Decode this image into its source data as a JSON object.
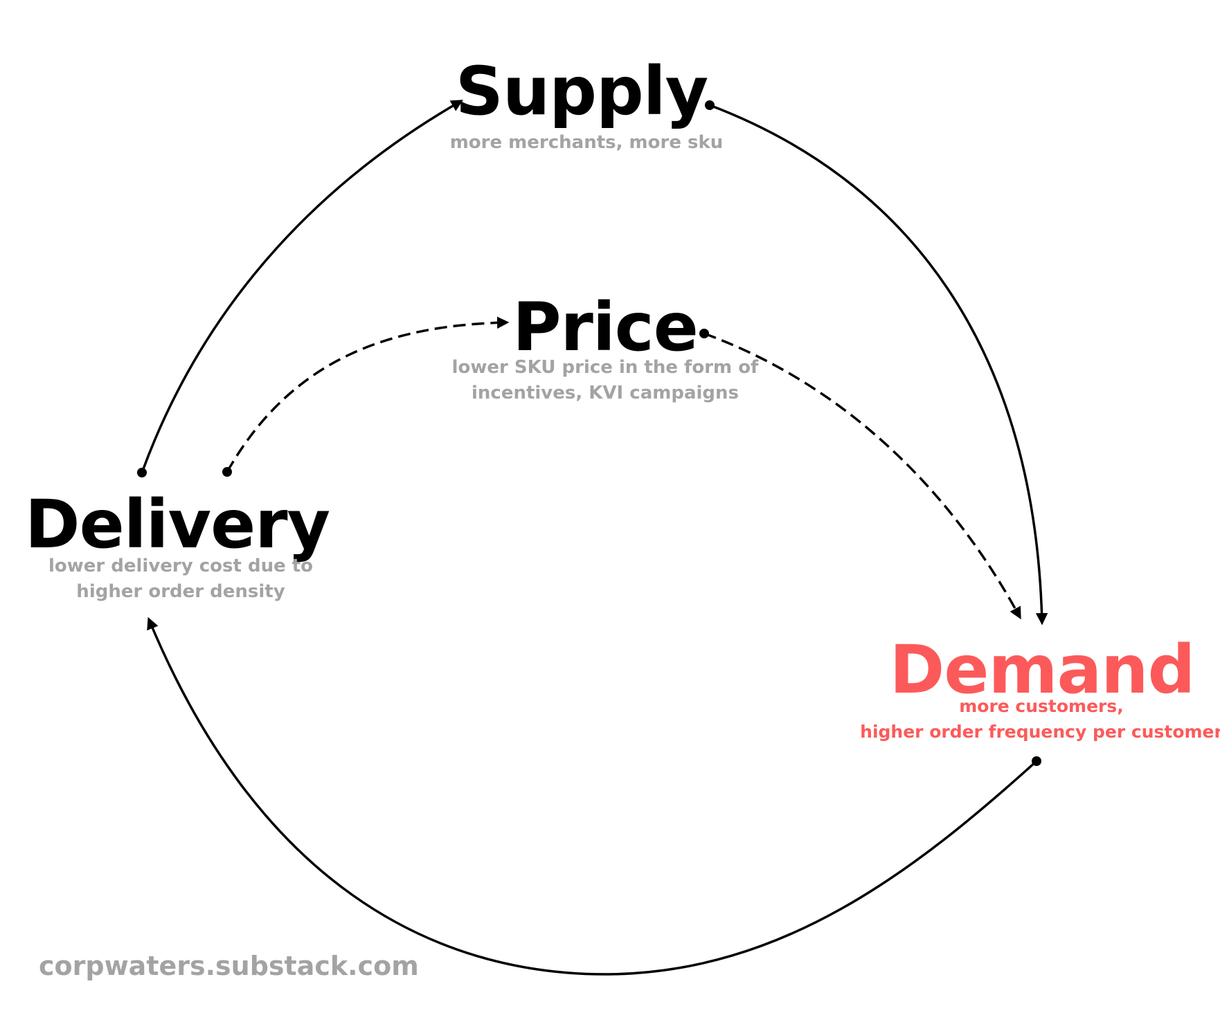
{
  "nodes": {
    "supply": {
      "title": "Supply",
      "subtitle": "more merchants, more sku"
    },
    "price": {
      "title": "Price",
      "subtitle_lines": [
        "lower SKU price in the form of",
        "incentives, KVI campaigns"
      ]
    },
    "delivery": {
      "title": "Delivery",
      "subtitle_lines": [
        "lower delivery cost due to",
        "higher order density"
      ]
    },
    "demand": {
      "title": "Demand",
      "subtitle_lines": [
        "more customers,",
        "higher order frequency per customer"
      ]
    }
  },
  "edges": [
    {
      "from": "Supply",
      "to": "Demand",
      "style": "solid"
    },
    {
      "from": "Demand",
      "to": "Delivery",
      "style": "solid"
    },
    {
      "from": "Delivery",
      "to": "Supply",
      "style": "solid"
    },
    {
      "from": "Delivery",
      "to": "Price",
      "style": "dashed"
    },
    {
      "from": "Price",
      "to": "Demand",
      "style": "dashed"
    }
  ],
  "colors": {
    "title": "#000000",
    "subtitle": "#a3a3a3",
    "highlight": "#fc5a5a",
    "arrow": "#000000"
  },
  "footer": {
    "credit": "corpwaters.substack.com"
  }
}
